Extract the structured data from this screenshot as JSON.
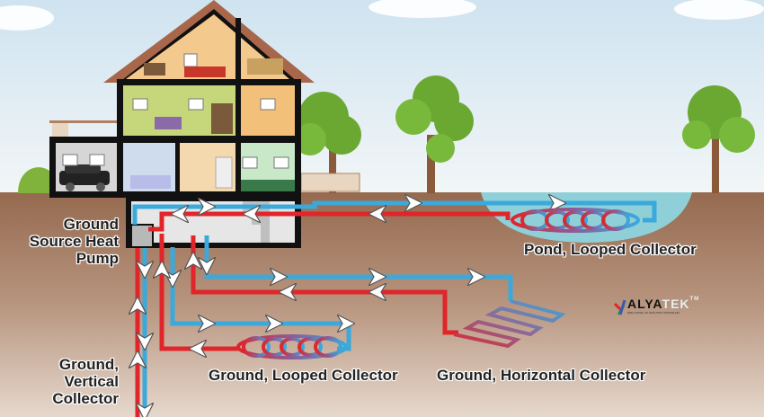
{
  "labels": {
    "heat_pump": [
      "Ground",
      "Source Heat",
      "Pump"
    ],
    "vertical": [
      "Ground,",
      "Vertical",
      "Collector"
    ],
    "pond": "Pond, Looped Collector",
    "ground_looped": "Ground, Looped Collector",
    "ground_horizontal": "Ground, Horizontal Collector"
  },
  "logo": {
    "part1": "ALYA",
    "part2": "TEK",
    "tm": "TM",
    "tagline": "BİNA ISITMA VE SOĞUTMA SİSTEMLERİ"
  },
  "colors": {
    "sky": "#e3eef5",
    "ground": "#9c6e52",
    "hot_pipe": "#e0252b",
    "cold_pipe": "#3aa9dc",
    "pond": "#8fd0d8",
    "tree": "#6aa832",
    "roof": "#a8674a"
  }
}
